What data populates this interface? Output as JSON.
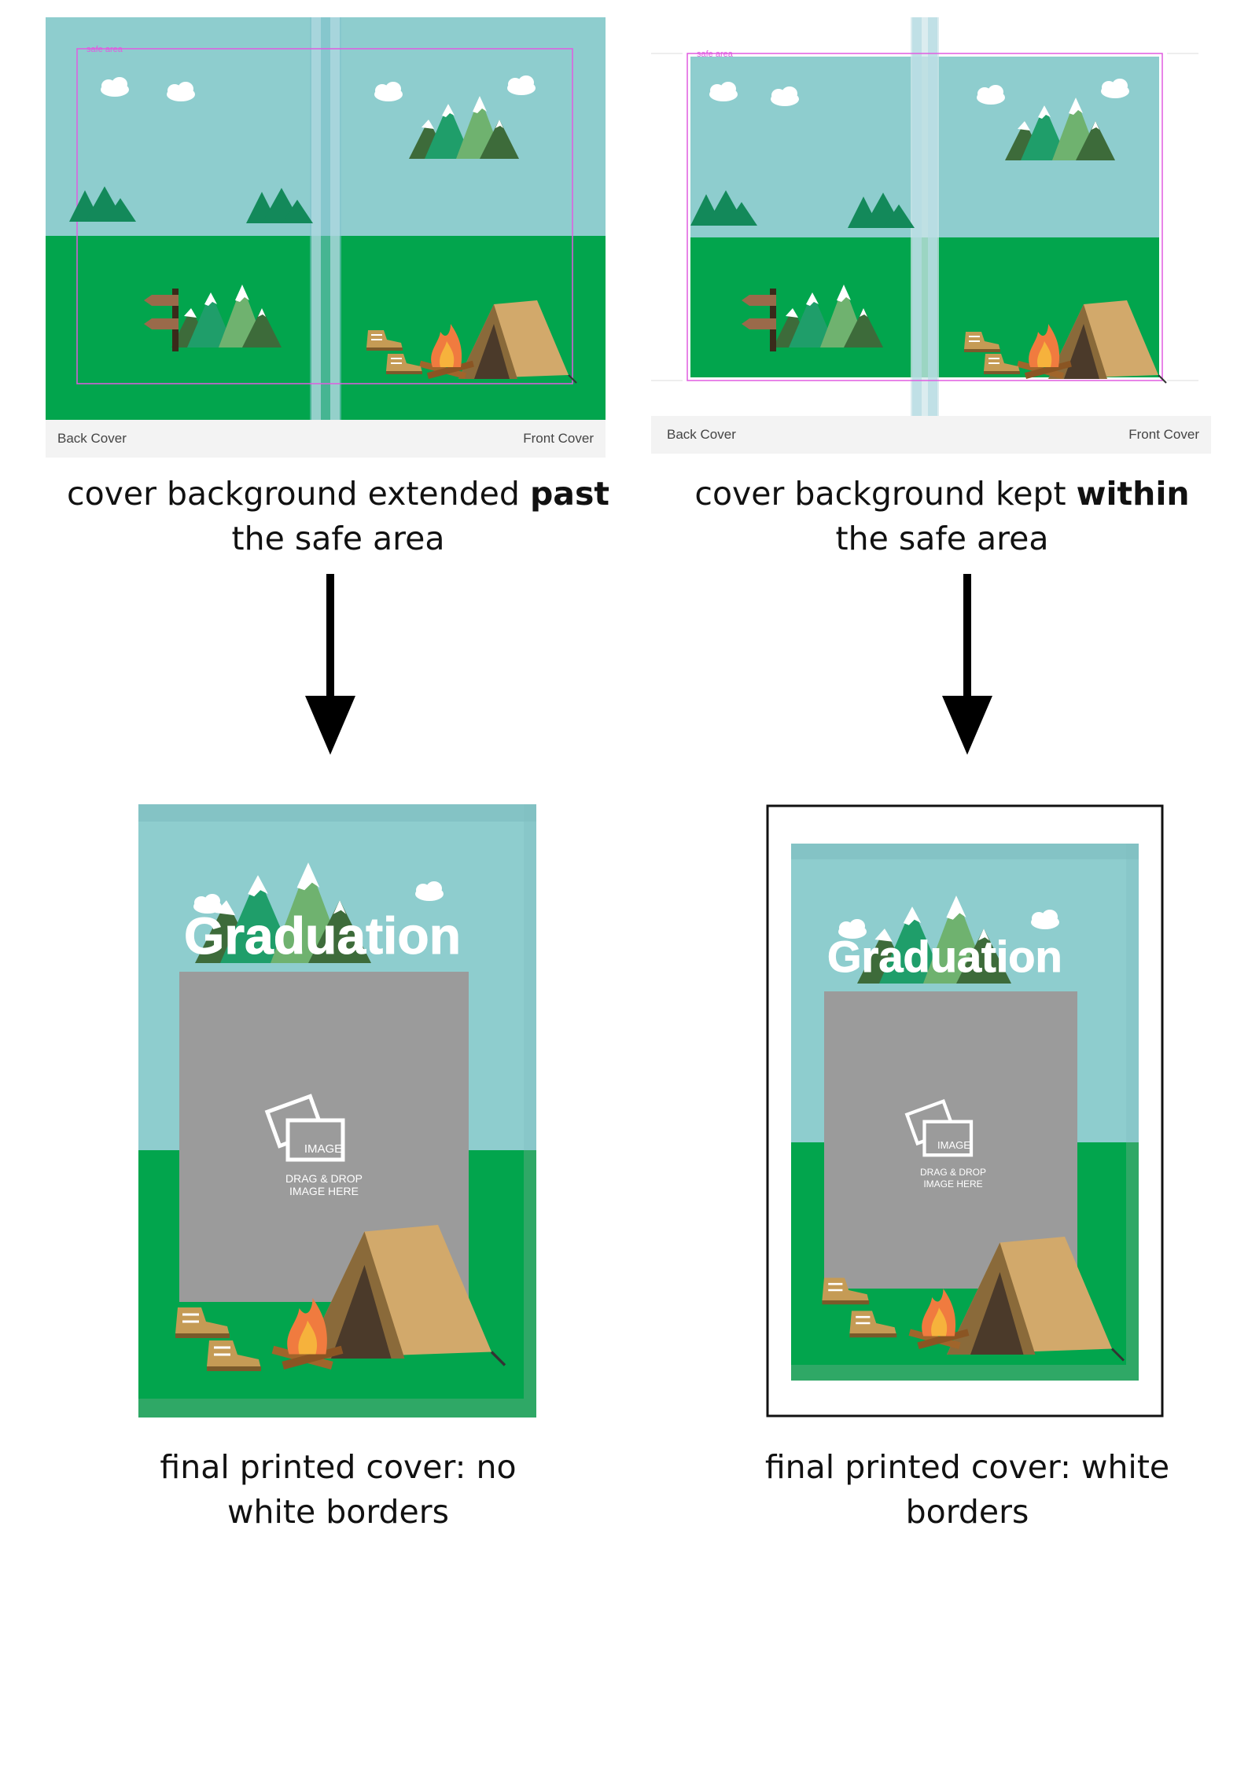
{
  "panels": [
    {
      "spread": {
        "back_cover_label": "Back Cover",
        "front_cover_label": "Front Cover",
        "safe_area_label": "safe area"
      },
      "caption": {
        "before": "cover background extended ",
        "emphasis": "past",
        "after": " the safe area"
      },
      "final_caption": "final printed cover: no white borders"
    },
    {
      "spread": {
        "back_cover_label": "Back Cover",
        "front_cover_label": "Front Cover",
        "safe_area_label": "safe area"
      },
      "caption": {
        "before": "cover background kept ",
        "emphasis": "within",
        "after": " the safe area"
      },
      "final_caption": "final printed cover: white borders"
    }
  ],
  "cover": {
    "title": "Graduation",
    "placeholder_tag": "IMAGE",
    "placeholder_line1": "DRAG & DROP",
    "placeholder_line2": "IMAGE HERE"
  },
  "colors": {
    "sky": "#8ecdce",
    "grass": "#02a54d",
    "safe_area": "#e05ce0",
    "tent": "#d2a96b",
    "placeholder": "#9b9b9b"
  }
}
